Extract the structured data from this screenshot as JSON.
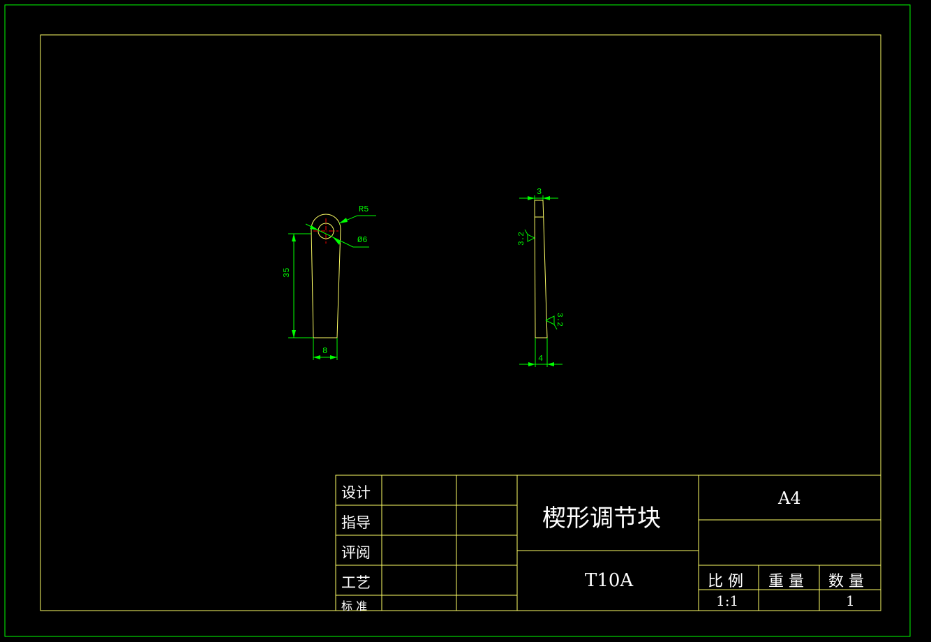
{
  "colors": {
    "background": "#000000",
    "border": "#00ff00",
    "frame": "#ffff66",
    "dimension": "#00ff00",
    "centerline": "#ff0000",
    "text": "#ffffff"
  },
  "drawing": {
    "front_view": {
      "radius_label": "R5",
      "hole_label": "Ø6",
      "height_label": "35",
      "width_label": "8"
    },
    "side_view": {
      "top_width_label": "3",
      "bottom_width_label": "4",
      "roughness_top": "3.2",
      "roughness_bottom": "3.2"
    }
  },
  "title_block": {
    "roles": [
      "设计",
      "指导",
      "评阅",
      "工艺",
      "标 准"
    ],
    "part_name": "楔形调节块",
    "material": "T10A",
    "sheet_size": "A4",
    "scale_header": "比 例",
    "weight_header": "重 量",
    "quantity_header": "数 量",
    "scale_value": "1:1",
    "weight_value": "",
    "quantity_value": "1"
  }
}
